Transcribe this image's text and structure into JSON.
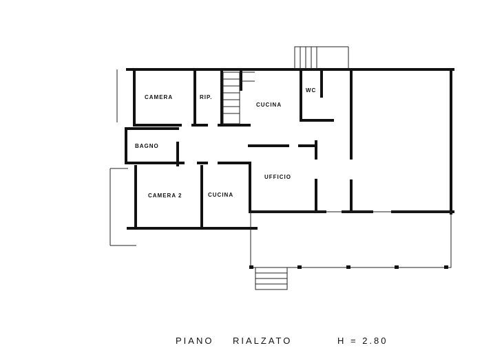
{
  "rooms": {
    "camera_1": "CAMERA",
    "ripostiglio": "RIP.",
    "cucina_1": "CUCINA",
    "wc": "WC",
    "bagno": "BAGNO",
    "ufficio": "UFFICIO",
    "camera_2": "CAMERA 2",
    "cucina_2": "CUCINA"
  },
  "footer": {
    "floor": "PIANO",
    "level": "RIALZATO",
    "height": "H = 2.80"
  }
}
